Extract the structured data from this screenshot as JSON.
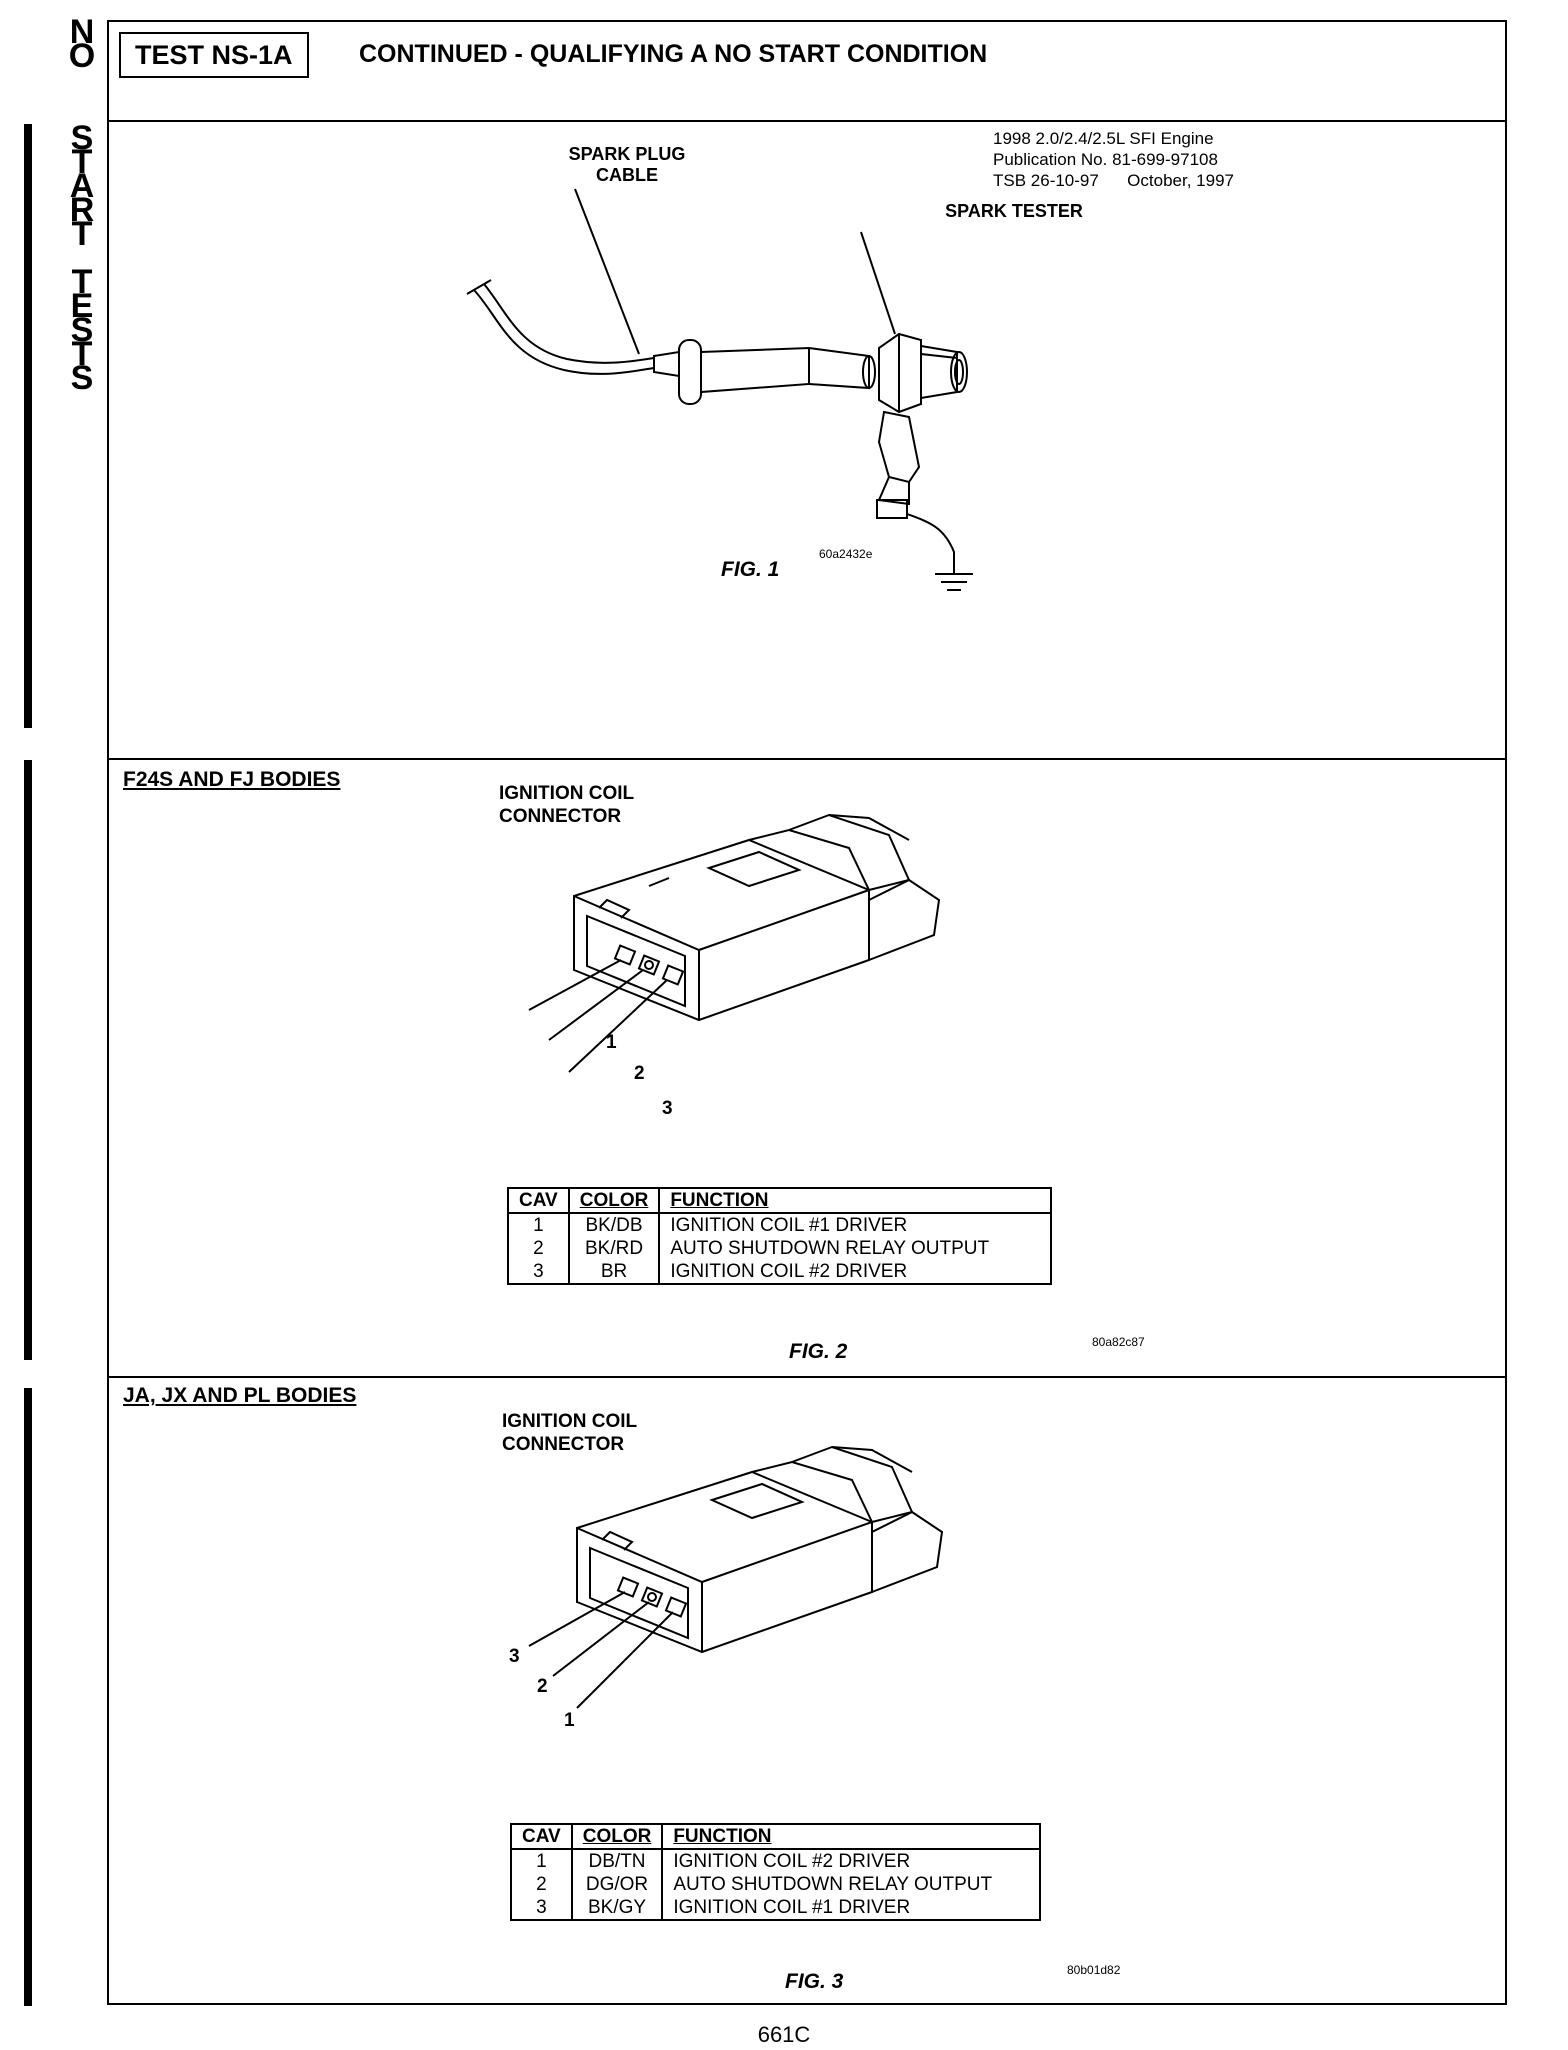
{
  "side_tab": {
    "letters_top": [
      "N",
      "O"
    ],
    "letters_bottom": [
      "S",
      "T",
      "A",
      "R",
      "T",
      "",
      "T",
      "E",
      "S",
      "T",
      "S"
    ]
  },
  "header": {
    "test_id": "TEST NS-1A",
    "title": "CONTINUED - QUALIFYING A NO START CONDITION"
  },
  "publication": {
    "line1": "1998 2.0/2.4/2.5L SFI Engine",
    "line2": "Publication No. 81-699-97108",
    "line3": "TSB 26-10-97      October, 1997"
  },
  "fig1": {
    "label_cable_1": "SPARK PLUG",
    "label_cable_2": "CABLE",
    "label_tester": "SPARK TESTER",
    "code": "60a2432e",
    "caption": "FIG. 1"
  },
  "fig2": {
    "heading": "F24S AND FJ BODIES",
    "connector_1": "IGNITION COIL",
    "connector_2": "CONNECTOR",
    "pins": [
      "1",
      "2",
      "3"
    ],
    "table": {
      "headers": [
        "CAV",
        "COLOR",
        "FUNCTION"
      ],
      "rows": [
        {
          "cav": "1",
          "color": "BK/DB",
          "function": "IGNITION COIL #1 DRIVER"
        },
        {
          "cav": "2",
          "color": "BK/RD",
          "function": "AUTO SHUTDOWN RELAY OUTPUT"
        },
        {
          "cav": "3",
          "color": "BR",
          "function": "IGNITION COIL #2 DRIVER"
        }
      ]
    },
    "code": "80a82c87",
    "caption": "FIG. 2"
  },
  "fig3": {
    "heading": "JA, JX AND PL BODIES",
    "connector_1": "IGNITION COIL",
    "connector_2": "CONNECTOR",
    "pins": [
      "3",
      "2",
      "1"
    ],
    "table": {
      "headers": [
        "CAV",
        "COLOR",
        "FUNCTION"
      ],
      "rows": [
        {
          "cav": "1",
          "color": "DB/TN",
          "function": "IGNITION COIL #2 DRIVER"
        },
        {
          "cav": "2",
          "color": "DG/OR",
          "function": "AUTO SHUTDOWN RELAY OUTPUT"
        },
        {
          "cav": "3",
          "color": "BK/GY",
          "function": "IGNITION COIL #1 DRIVER"
        }
      ]
    },
    "code": "80b01d82",
    "caption": "FIG. 3"
  },
  "page_number": "661C"
}
